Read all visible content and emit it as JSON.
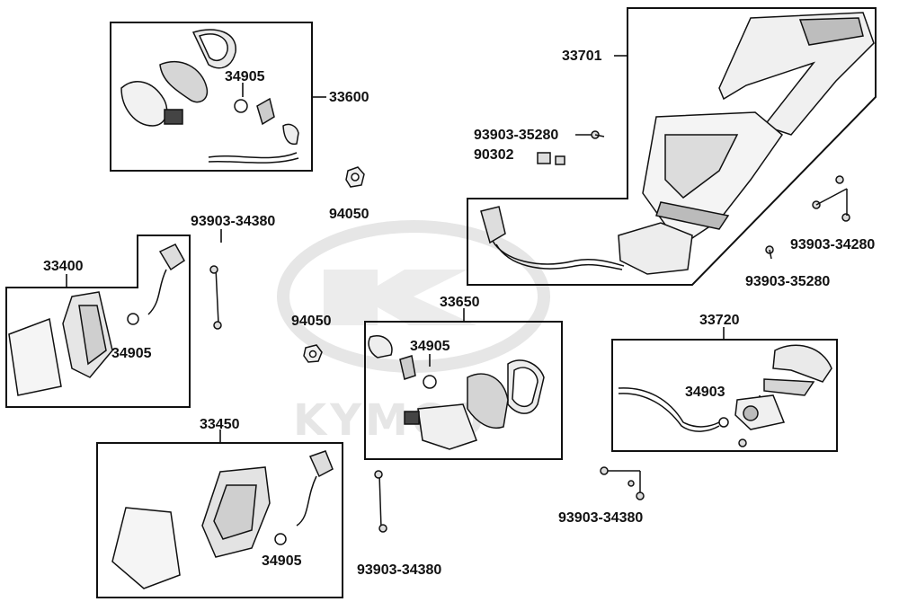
{
  "watermark": {
    "text": "KYMCO",
    "color": "#e4e4e4"
  },
  "colors": {
    "line": "#111111",
    "part_fill": "#f4f4f4",
    "part_shade": "#b9b9b9"
  },
  "labels": {
    "l33600": "33600",
    "l33600_bulb": "34905",
    "l33701": "33701",
    "l93903_35280_a": "93903-35280",
    "l90302": "90302",
    "l94050_a": "94050",
    "l93903_34380_a": "93903-34380",
    "l33400": "33400",
    "l33400_bulb": "34905",
    "l94050_b": "94050",
    "l33650": "33650",
    "l33650_bulb": "34905",
    "l93903_34280": "93903-34280",
    "l93903_35280_b": "93903-35280",
    "l33720": "33720",
    "l34903": "34903",
    "l33450": "33450",
    "l33450_bulb": "34905",
    "l93903_34380_b": "93903-34380",
    "l93903_34380_c": "93903-34380"
  }
}
